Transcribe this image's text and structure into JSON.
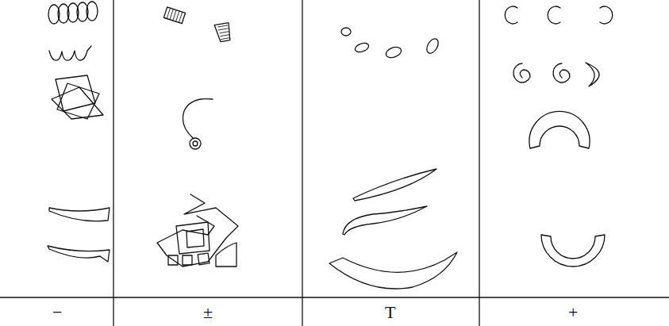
{
  "diagram": {
    "labels": [
      "−",
      "±",
      "T",
      "+"
    ]
  }
}
